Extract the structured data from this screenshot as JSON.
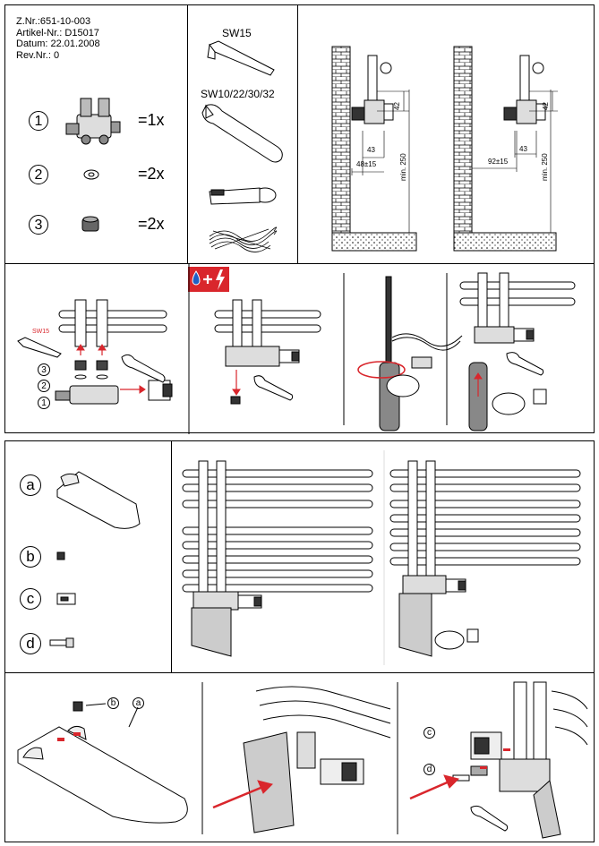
{
  "header": {
    "doc_number": "Z.Nr.:651-10-003",
    "article_number": "Artikel-Nr.: D15017",
    "date": "Datum: 22.01.2008",
    "revision": "Rev.Nr.: 0"
  },
  "parts": [
    {
      "num": "1",
      "qty": "=1x"
    },
    {
      "num": "2",
      "qty": "=2x"
    },
    {
      "num": "3",
      "qty": "=2x"
    }
  ],
  "tools": {
    "hex_key": "SW15",
    "wrench": "SW10/22/30/32"
  },
  "dimensions": {
    "left": {
      "d42": "42",
      "d43": "43",
      "d48": "48±15",
      "min250": "min. 250"
    },
    "right": {
      "d42": "42",
      "d43": "43",
      "d92": "92±15",
      "min250": "min. 250"
    }
  },
  "assembly": {
    "sw15_label": "SW15",
    "callout_1": "1",
    "callout_2": "2",
    "callout_3": "3"
  },
  "cover_parts": [
    {
      "letter": "a"
    },
    {
      "letter": "b"
    },
    {
      "letter": "c"
    },
    {
      "letter": "d"
    }
  ],
  "colors": {
    "accent_red": "#d9262c",
    "water_blue": "#1f5fc6"
  }
}
